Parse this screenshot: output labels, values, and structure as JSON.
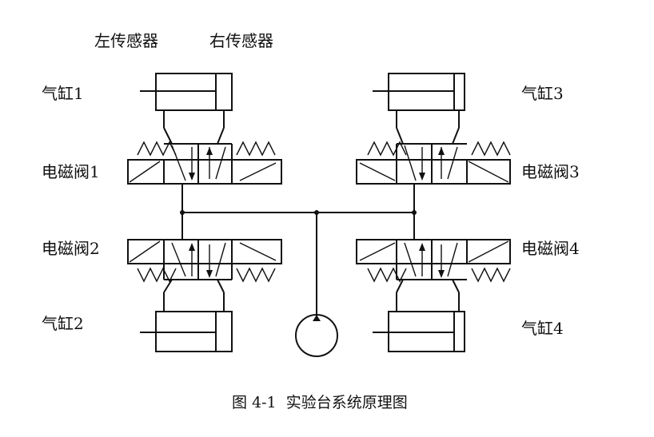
{
  "sensors": {
    "left": "左传感器",
    "right": "右传感器"
  },
  "cylinders": {
    "c1": "气缸1",
    "c2": "气缸2",
    "c3": "气缸3",
    "c4": "气缸4"
  },
  "valves": {
    "v1": "电磁阀1",
    "v2": "电磁阀2",
    "v3": "电磁阀3",
    "v4": "电磁阀4"
  },
  "caption": "图 4-1  实验台系统原理图"
}
